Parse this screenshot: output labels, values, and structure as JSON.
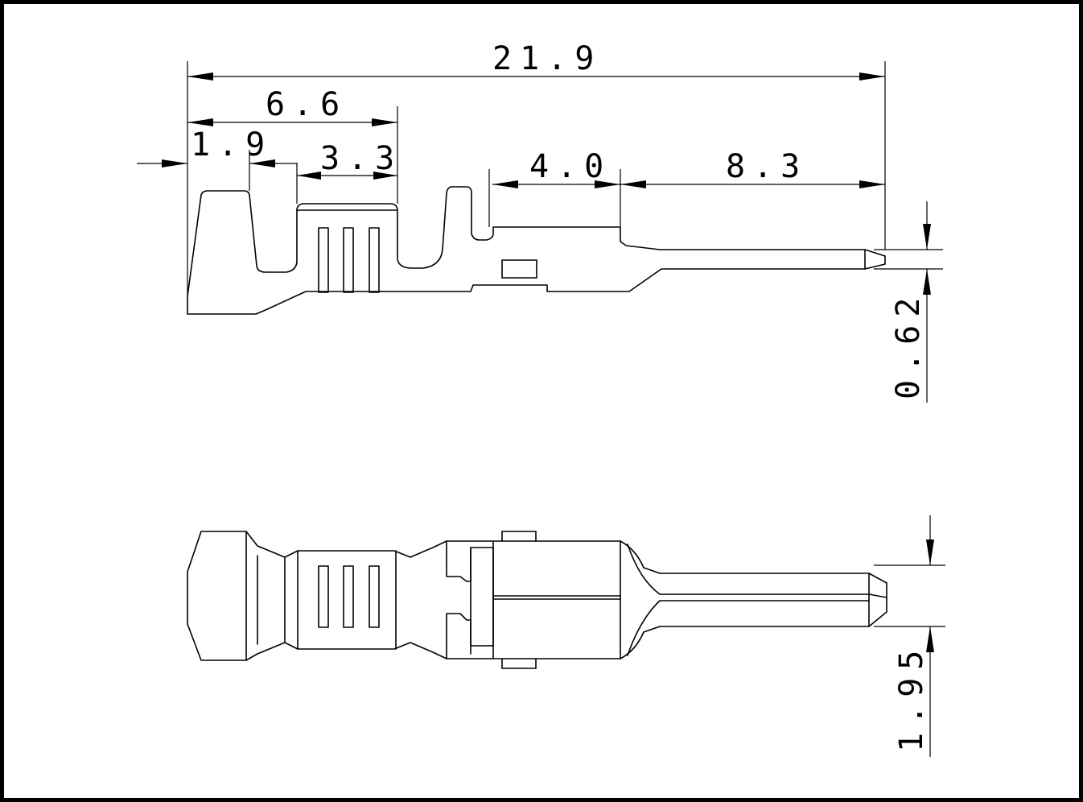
{
  "dimensions": {
    "overall_length": "21.9",
    "crimp_length": "6.6",
    "insulation_grip": "1.9",
    "wire_barrel": "3.3",
    "contact_body": "4.0",
    "pin_length": "8.3",
    "pin_thickness": "0.62",
    "pin_width": "1.95"
  }
}
